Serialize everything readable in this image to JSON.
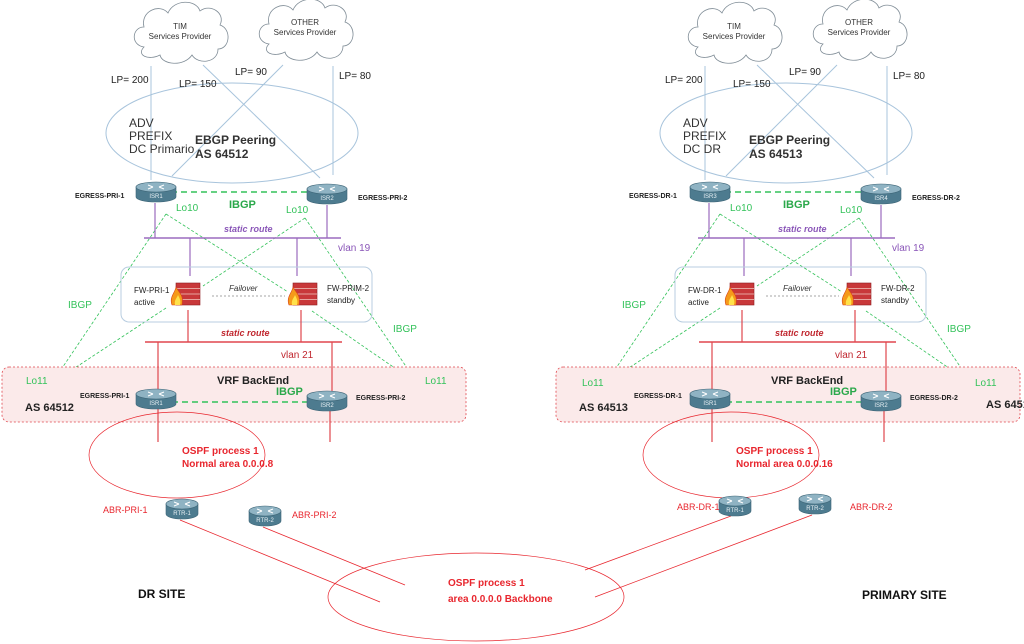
{
  "sites": [
    {
      "clouds": [
        {
          "line1": "TIM",
          "line2": "Services Provider"
        },
        {
          "line1": "OTHER",
          "line2": "Services Provider"
        }
      ],
      "local_prefs": [
        "LP= 200",
        "LP= 150",
        "LP= 90",
        "LP= 80"
      ],
      "adv": [
        "ADV",
        "PREFIX",
        "DC Primario"
      ],
      "ebgp": [
        "EBGP Peering",
        "AS 64512"
      ],
      "edge_routers": [
        {
          "icon": "ISR1",
          "name": "EGRESS-PRI-1"
        },
        {
          "icon": "ISR2",
          "name": "EGRESS-PRI-2"
        }
      ],
      "ibgp": "IBGP",
      "lo10": "Lo10",
      "lo11": "Lo11",
      "static_route": "static route",
      "vlan19": "vlan 19",
      "vlan21": "vlan 21",
      "firewalls": [
        {
          "name": "FW-PRI-1",
          "state": "active"
        },
        {
          "name": "FW-PRIM-2",
          "state": "standby"
        }
      ],
      "failover": "Failover",
      "vrf": "VRF BackEnd",
      "as": "AS 64512",
      "backend_routers": [
        {
          "icon": "ISR1",
          "name": "EGRESS-PRI-1"
        },
        {
          "icon": "ISR2",
          "name": "EGRESS-PRI-2"
        }
      ],
      "ospf": [
        "OSPF process 1",
        "Normal area 0.0.0.8"
      ],
      "abr": [
        {
          "icon": "RTR-1",
          "name": "ABR-PRI-1"
        },
        {
          "icon": "RTR-2",
          "name": "ABR-PRI-2"
        }
      ],
      "site_label": "DR SITE"
    },
    {
      "clouds": [
        {
          "line1": "TIM",
          "line2": "Services Provider"
        },
        {
          "line1": "OTHER",
          "line2": "Services Provider"
        }
      ],
      "local_prefs": [
        "LP= 200",
        "LP= 150",
        "LP= 90",
        "LP= 80"
      ],
      "adv": [
        "ADV",
        "PREFIX",
        "DC DR"
      ],
      "ebgp": [
        "EBGP Peering",
        "AS 64513"
      ],
      "edge_routers": [
        {
          "icon": "ISR3",
          "name": "EGRESS-DR-1"
        },
        {
          "icon": "ISR4",
          "name": "EGRESS-DR-2"
        }
      ],
      "ibgp": "IBGP",
      "lo10": "Lo10",
      "lo11": "Lo11",
      "static_route": "static route",
      "vlan19": "vlan 19",
      "vlan21": "vlan 21",
      "firewalls": [
        {
          "name": "FW-DR-1",
          "state": "active"
        },
        {
          "name": "FW-DR-2",
          "state": "standby"
        }
      ],
      "failover": "Failover",
      "vrf": "VRF BackEnd",
      "as": "AS 64513",
      "backend_routers": [
        {
          "icon": "ISR1",
          "name": "EGRESS-DR-1"
        },
        {
          "icon": "ISR2",
          "name": "EGRESS-DR-2"
        }
      ],
      "ospf": [
        "OSPF process 1",
        "Normal area 0.0.0.16"
      ],
      "abr": [
        {
          "icon": "RTR-1",
          "name": "ABR-DR-1"
        },
        {
          "icon": "RTR-2",
          "name": "ABR-DR-2"
        }
      ],
      "site_label": "PRIMARY SITE"
    }
  ],
  "backbone": [
    "OSPF process 1",
    "area 0.0.0.0 Backbone"
  ],
  "colors": {
    "bgp_green": "#33c25a",
    "vlan19_purple": "#9b6bbf",
    "vlan21_red": "#e0474e",
    "ospf_red": "#e8262e",
    "ebgp_blue": "#a8c4dc",
    "router_teal": "#5b8a9e"
  }
}
